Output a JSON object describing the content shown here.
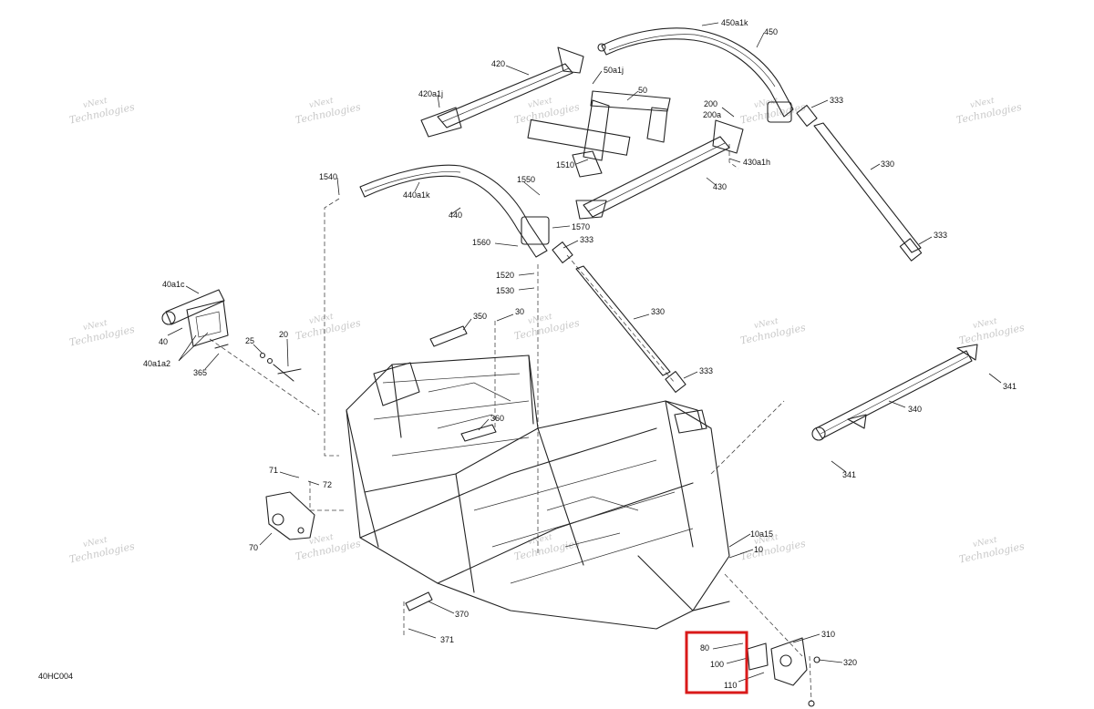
{
  "diagram": {
    "code": "40HC004",
    "watermark_line1": "vNext",
    "watermark_line2": "Technologies",
    "highlight_color": "#d91a1a",
    "labels": {
      "l450a1k": "450a1k",
      "l450": "450",
      "l420": "420",
      "l50a1j": "50a1j",
      "l50": "50",
      "l420a1j": "420a1j",
      "l200": "200",
      "l200a": "200a",
      "l333a": "333",
      "l1510": "1510",
      "l430a1h": "430a1h",
      "l430": "430",
      "l330a": "330",
      "l1540": "1540",
      "l440a1k": "440a1k",
      "l1550": "1550",
      "l440": "440",
      "l1570": "1570",
      "l1560": "1560",
      "l333b": "333",
      "l333c": "333",
      "l1520": "1520",
      "l1530": "1530",
      "l40a1c": "40a1c",
      "l40": "40",
      "l40a1a2": "40a1a2",
      "l365": "365",
      "l25": "25",
      "l20": "20",
      "l350": "350",
      "l30": "30",
      "l330b": "330",
      "l333d": "333",
      "l341a": "341",
      "l340": "340",
      "l360": "360",
      "l341b": "341",
      "l71": "71",
      "l72": "72",
      "l70": "70",
      "l10a15": "10a15",
      "l10": "10",
      "l370": "370",
      "l371": "371",
      "l310": "310",
      "l80": "80",
      "l100": "100",
      "l320": "320",
      "l110": "110"
    }
  }
}
